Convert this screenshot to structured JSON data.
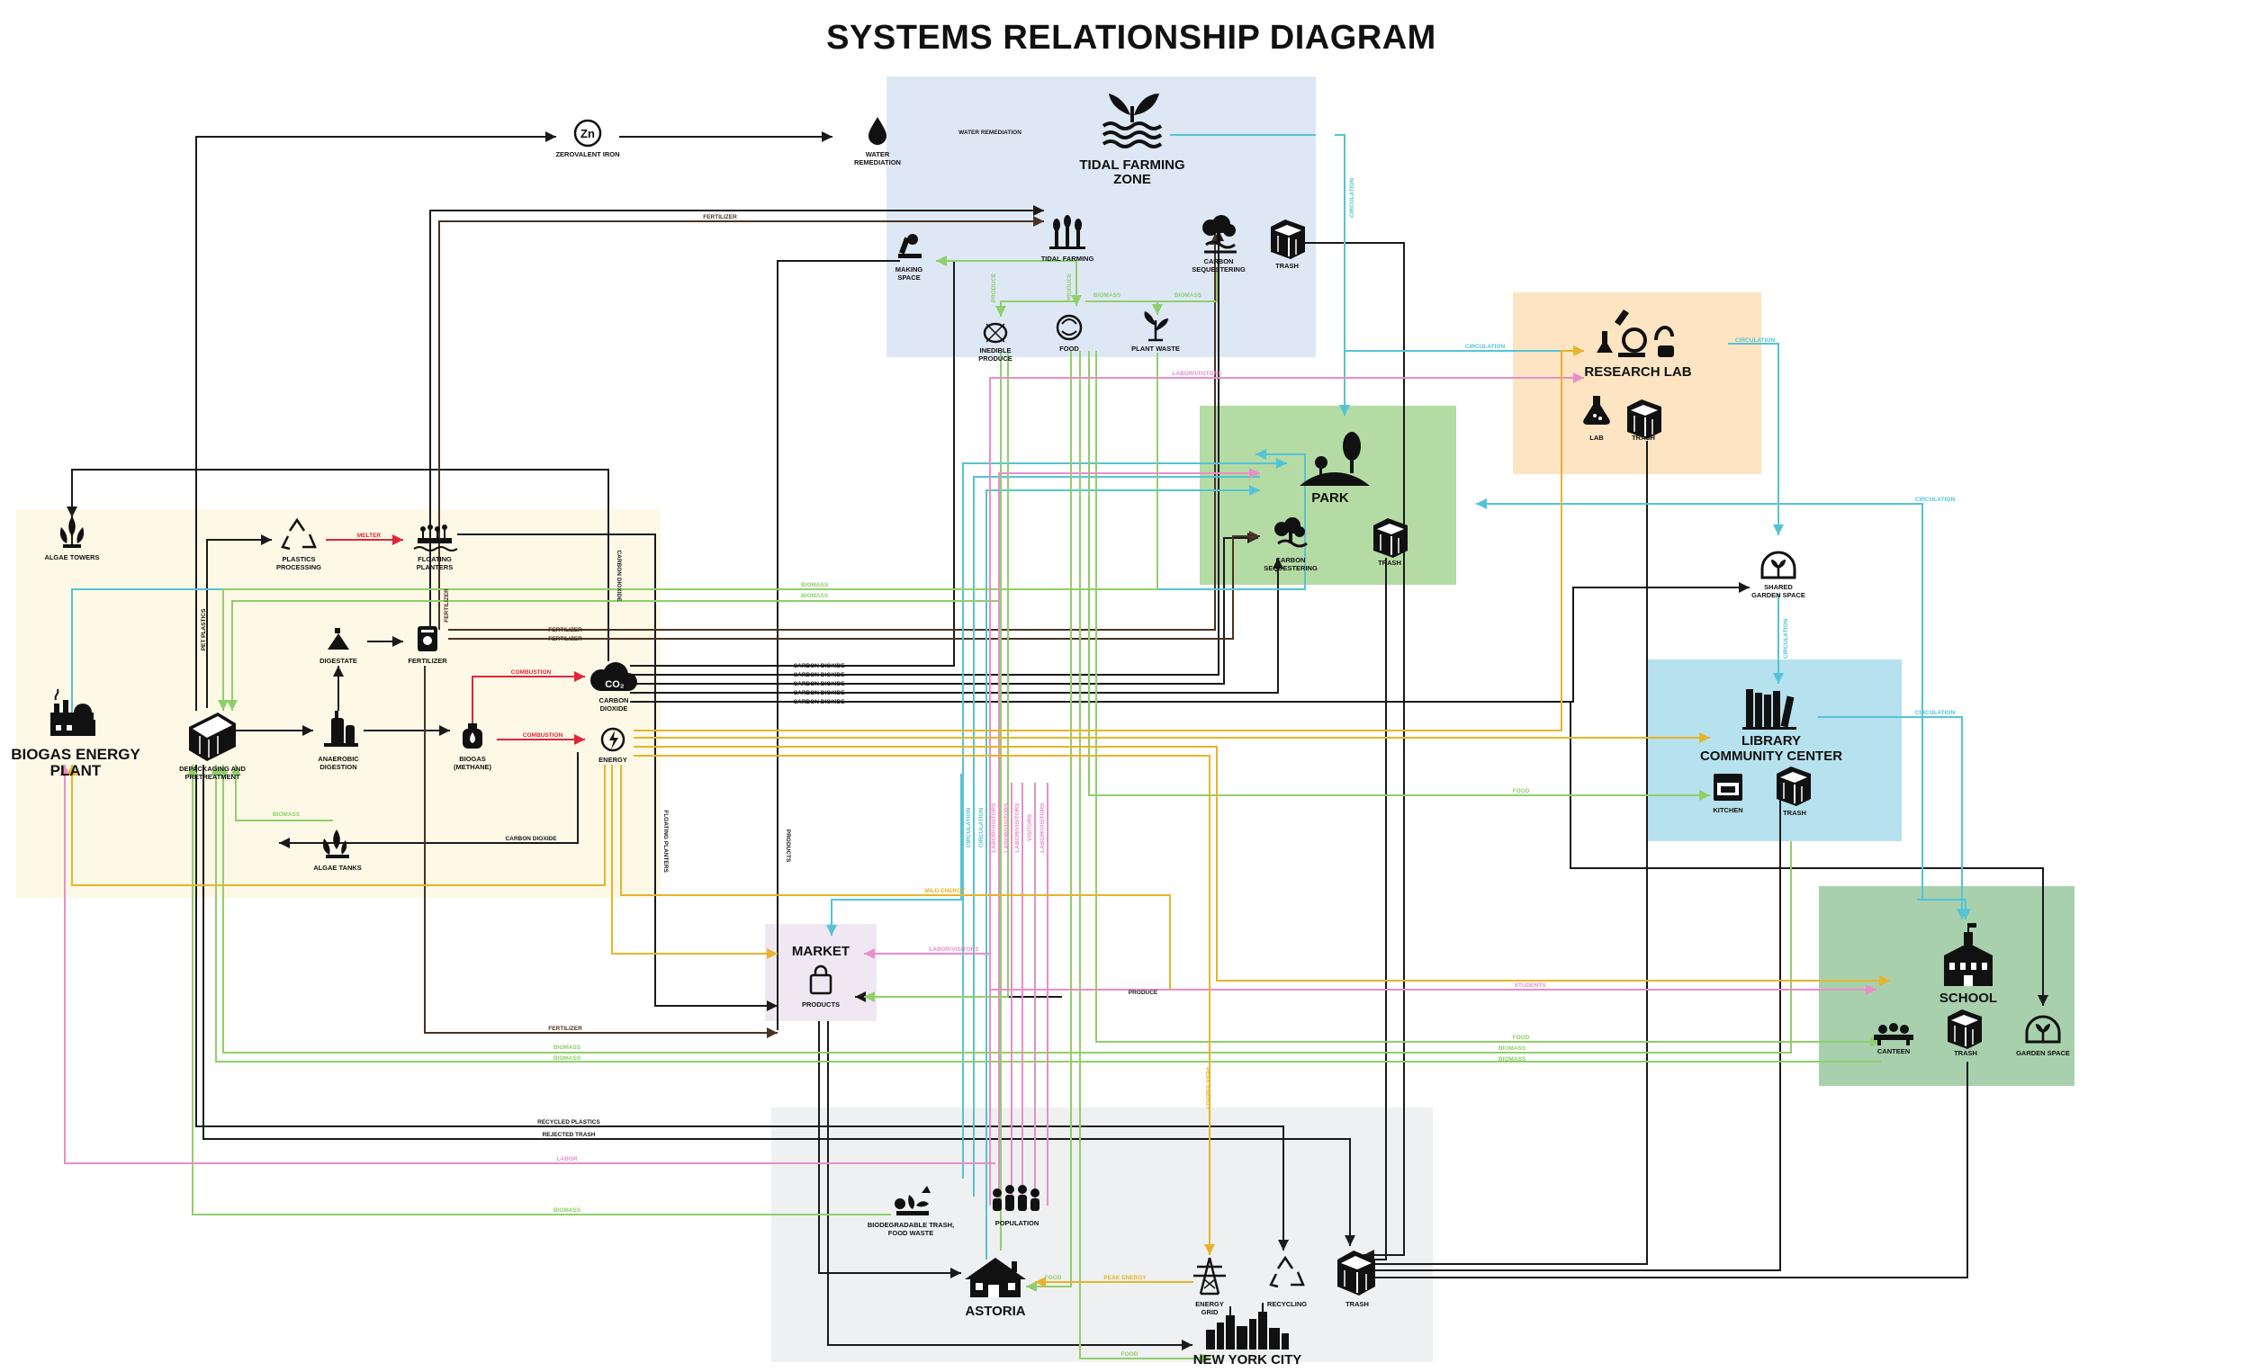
{
  "title": "SYSTEMS RELATIONSHIP DIAGRAM",
  "colors": {
    "black": "#1a1a1a",
    "brown": "#4a3322",
    "cyan": "#55c3d6",
    "green": "#8fcf6b",
    "pink": "#e88fc6",
    "yellow": "#e6b42c",
    "red": "#e0263b",
    "zone_tidal": "#dde8f4",
    "zone_biogas": "#fdf9e6",
    "zone_research": "#fde5c3",
    "zone_park": "#b4dba3",
    "zone_library": "#b6e1ee",
    "zone_school": "#a8d0ad",
    "zone_market": "#efe8f3",
    "zone_astoria": "#eff0f1"
  },
  "zones": {
    "tidal": {
      "title1": "TIDAL FARMING",
      "title2": "ZONE"
    },
    "biogas": {
      "title1": "BIOGAS ENERGY",
      "title2": "PLANT"
    },
    "research": {
      "title": "RESEARCH LAB"
    },
    "park": {
      "title": "PARK"
    },
    "library": {
      "title1": "LIBRARY",
      "title2": "COMMUNITY CENTER"
    },
    "school": {
      "title": "SCHOOL"
    },
    "market": {
      "title": "MARKET"
    },
    "astoria": {
      "title": "ASTORIA"
    },
    "nyc": {
      "title": "NEW YORK CITY"
    }
  },
  "nodes": {
    "zerovalent": {
      "label": "ZEROVALENT IRON",
      "icon": "zn-icon"
    },
    "water_remediation": {
      "label1": "WATER",
      "label2": "REMEDIATION",
      "icon": "water-drop-icon"
    },
    "making_space": {
      "label1": "MAKING",
      "label2": "SPACE",
      "icon": "workbench-icon"
    },
    "tidal_farming": {
      "label": "TIDAL FARMING",
      "icon": "crop-icon"
    },
    "carbon_seq_tidal": {
      "label1": "CARBON",
      "label2": "SEQUESTERING",
      "icon": "tree-roots-icon"
    },
    "trash_tidal": {
      "label": "TRASH",
      "icon": "trash-bin-icon"
    },
    "inedible_produce": {
      "label1": "INEDIBLE",
      "label2": "PRODUCE",
      "icon": "leaf-pile-icon"
    },
    "food_tidal": {
      "label": "FOOD",
      "icon": "cabbage-icon"
    },
    "plant_waste": {
      "label": "PLANT WASTE",
      "icon": "plant-icon"
    },
    "algae_towers": {
      "label": "ALGAE TOWERS",
      "icon": "algae-icon"
    },
    "plastics_processing": {
      "label1": "PLASTICS",
      "label2": "PROCESSING",
      "icon": "recycle-icon"
    },
    "floating_planters": {
      "label1": "FLOATING",
      "label2": "PLANTERS",
      "icon": "planter-icon"
    },
    "digestate": {
      "label": "DIGESTATE",
      "icon": "digestate-icon"
    },
    "fertilizer": {
      "label": "FERTILIZER",
      "icon": "fertilizer-bag-icon"
    },
    "carbon_dioxide": {
      "label1": "CARBON",
      "label2": "DIOXIDE",
      "icon": "co2-cloud-icon",
      "badge": "CO₂"
    },
    "energy": {
      "label": "ENERGY",
      "icon": "lightning-icon"
    },
    "depackaging": {
      "label1": "DEPACKAGING AND",
      "label2": "PRETREATMENT",
      "icon": "machine-icon"
    },
    "anaerobic": {
      "label1": "ANAEROBIC",
      "label2": "DIGESTION",
      "icon": "digester-icon"
    },
    "biogas_methane": {
      "label1": "BIOGAS",
      "label2": "(METHANE)",
      "icon": "gas-tank-icon"
    },
    "algae_tanks": {
      "label": "ALGAE TANKS",
      "icon": "algae-tank-icon"
    },
    "biogas_plant": {
      "icon": "factory-icon"
    },
    "research_lab": {
      "icon": "microscope-icon"
    },
    "lab": {
      "label": "LAB",
      "icon": "flask-icon"
    },
    "trash_research": {
      "label": "TRASH",
      "icon": "trash-bin-icon"
    },
    "park": {
      "icon": "park-tree-icon"
    },
    "carbon_seq_park": {
      "label1": "CARBON",
      "label2": "SEQUESTERING",
      "icon": "tree-roots-icon"
    },
    "trash_park": {
      "label": "TRASH",
      "icon": "trash-bin-icon"
    },
    "shared_garden": {
      "label1": "SHARED",
      "label2": "GARDEN SPACE",
      "icon": "greenhouse-icon"
    },
    "library": {
      "icon": "books-icon"
    },
    "kitchen": {
      "label": "KITCHEN",
      "icon": "stove-icon"
    },
    "trash_library": {
      "label": "TRASH",
      "icon": "trash-bin-icon"
    },
    "school": {
      "icon": "school-building-icon"
    },
    "canteen": {
      "label": "CANTEEN",
      "icon": "canteen-icon"
    },
    "trash_school": {
      "label": "TRASH",
      "icon": "trash-bin-icon"
    },
    "garden_space": {
      "label": "GARDEN SPACE",
      "icon": "greenhouse-icon"
    },
    "market": {
      "icon": "shopping-bag-icon"
    },
    "products": {
      "label": "PRODUCTS"
    },
    "biodegradable": {
      "label1": "BIODEGRADABLE TRASH,",
      "label2": "FOOD WASTE",
      "icon": "compost-icon"
    },
    "population": {
      "label": "POPULATION",
      "icon": "people-icon"
    },
    "astoria": {
      "icon": "house-icon"
    },
    "energy_grid": {
      "label1": "ENERGY",
      "label2": "GRID",
      "icon": "power-tower-icon"
    },
    "recycling": {
      "label": "RECYCLING",
      "icon": "recycle-icon"
    },
    "trash_astoria": {
      "label": "TRASH",
      "icon": "trash-bin-icon"
    },
    "nyc": {
      "icon": "skyline-icon"
    }
  },
  "edge_labels": {
    "water_remediation": "WATER REMEDIATION",
    "fertilizer": "FERTILIZER",
    "produce": "PRODUCE",
    "biomass": "BIOMASS",
    "circulation": "CIRCULATION",
    "labor_visitors": "LABOR/VISITORS",
    "melter": "MELTER",
    "combustion": "COMBUSTION",
    "carbon_dioxide": "CARBON DIOXIDE",
    "pet_plastics": "PET PLASTICS",
    "floating_planters": "FLOATING PLANTERS",
    "products": "PRODUCTS",
    "food": "FOOD",
    "students": "STUDENTS",
    "recycled_plastics": "RECYCLED PLASTICS",
    "rejected_trash": "REJECTED TRASH",
    "labor": "LABOR",
    "peak_energy": "PEAK ENERGY",
    "mild_energy": "MILD ENERGY",
    "visitors": "VISITORS"
  }
}
